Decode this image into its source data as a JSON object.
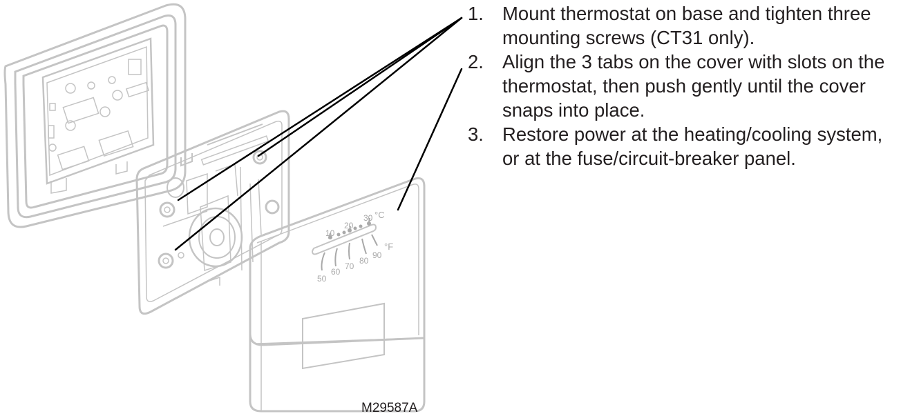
{
  "steps": [
    {
      "number": "1.",
      "text": "Mount thermostat on base and tighten three mounting screws (CT31 only)."
    },
    {
      "number": "2.",
      "text": "Align the 3 tabs on the cover with slots on the thermostat, then push gently until the cover snaps into place."
    },
    {
      "number": "3.",
      "text": "Restore power at the heating/cooling system, or at the fuse/circuit-breaker panel."
    }
  ],
  "figure_id": "M29587A",
  "dial": {
    "celsius_ticks": [
      "10",
      "20",
      "30"
    ],
    "celsius_unit": "°C",
    "fahrenheit_ticks": [
      "50",
      "60",
      "70",
      "80",
      "90"
    ],
    "fahrenheit_unit": "°F"
  },
  "colors": {
    "outline": "#c4c4c4",
    "outline_dark": "#a9a9a9",
    "callout": "#000000",
    "text": "#231f20"
  }
}
